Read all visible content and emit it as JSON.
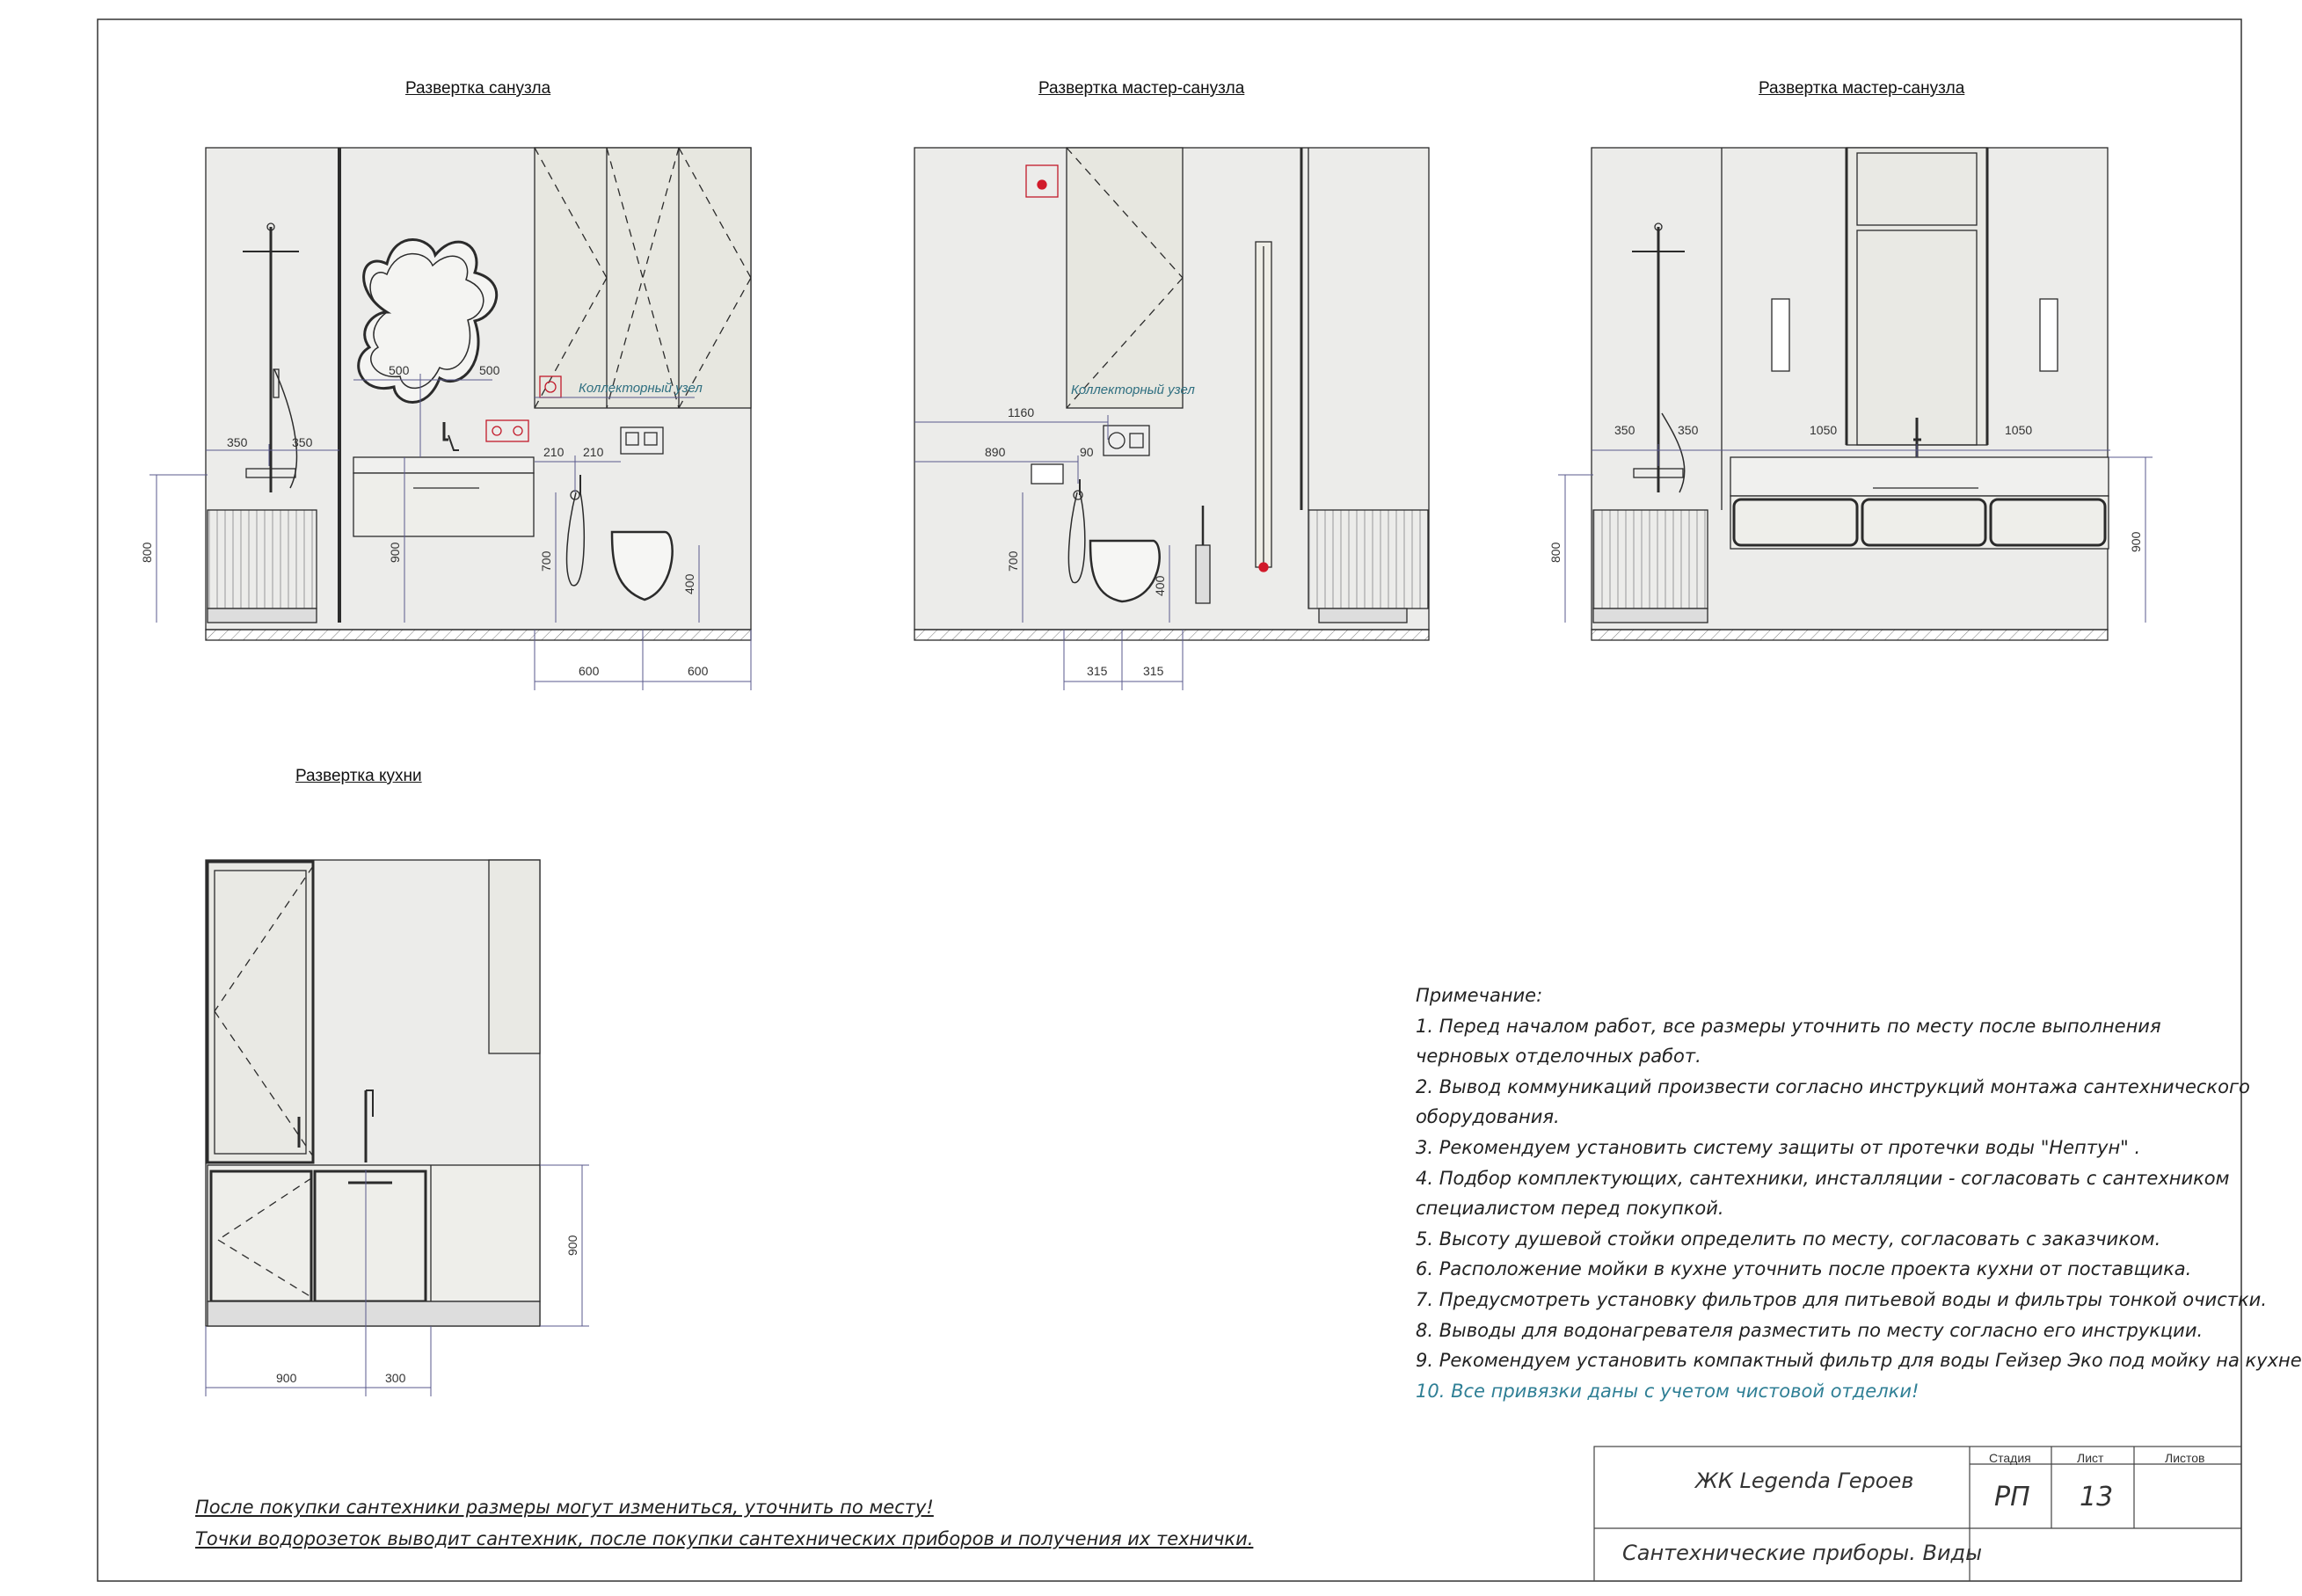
{
  "titles": {
    "v1": "Развертка санузла",
    "v2": "Развертка мастер-санузла",
    "v3": "Развертка мастер-санузла",
    "v4": "Развертка кухни"
  },
  "labels": {
    "collector1": "Коллекторный узел",
    "collector2": "Коллекторный узел"
  },
  "dims": {
    "v1": {
      "d350a": "350",
      "d350b": "350",
      "d500a": "500",
      "d500b": "500",
      "d210a": "210",
      "d210b": "210",
      "d800": "800",
      "d900": "900",
      "d700": "700",
      "d400": "400",
      "d600a": "600",
      "d600b": "600"
    },
    "v2": {
      "d1160": "1160",
      "d890": "890",
      "d90": "90",
      "d700": "700",
      "d400": "400",
      "d315a": "315",
      "d315b": "315"
    },
    "v3": {
      "d350a": "350",
      "d350b": "350",
      "d1050a": "1050",
      "d1050b": "1050",
      "d800": "800",
      "d900": "900"
    },
    "v4": {
      "d900h": "900",
      "d900w": "900",
      "d300": "300"
    }
  },
  "notes": [
    "Примечание:",
    "1. Перед началом работ, все размеры уточнить по месту после выполнения",
    "черновых отделочных работ.",
    "2. Вывод коммуникаций произвести согласно инструкций монтажа сантехнического",
    "оборудования.",
    "3. Рекомендуем установить систему защиты от протечки воды \"Нептун\" .",
    "4. Подбор комплектующих, сантехники, инсталляции - согласовать с сантехником",
    "специалистом перед покупкой.",
    "5. Высоту душевой стойки определить по месту, согласовать с заказчиком.",
    "6. Расположение мойки в кухне уточнить после проекта кухни от поставщика.",
    "7. Предусмотреть установку фильтров для питьевой воды и фильтры тонкой очистки.",
    "8. Выводы для водонагревателя разместить по месту согласно его инструкции.",
    "9. Рекомендуем установить компактный фильтр для воды Гейзер Эко под мойку на кухне"
  ],
  "note_highlight": "10. Все привязки даны с учетом чистовой отделки!",
  "footnotes": [
    "После покупки сантехники размеры могут измениться, уточнить по месту!",
    "Точки водорозеток выводит сантехник, после покупки сантехнических приборов и получения их технички."
  ],
  "title_block": {
    "project": "ЖК Legenda Героев",
    "sheet_title": "Сантехнические приборы. Виды",
    "stage_label": "Стадия",
    "sheet_label": "Лист",
    "sheets_label": "Листов",
    "stage": "РП",
    "sheet": "13",
    "sheets": ""
  },
  "colors": {
    "line": "#2b2b2b",
    "wall": "#ececea",
    "dim": "#5a5a8c",
    "accent": "#d11a2a",
    "note_highlight": "#2f7f95"
  }
}
